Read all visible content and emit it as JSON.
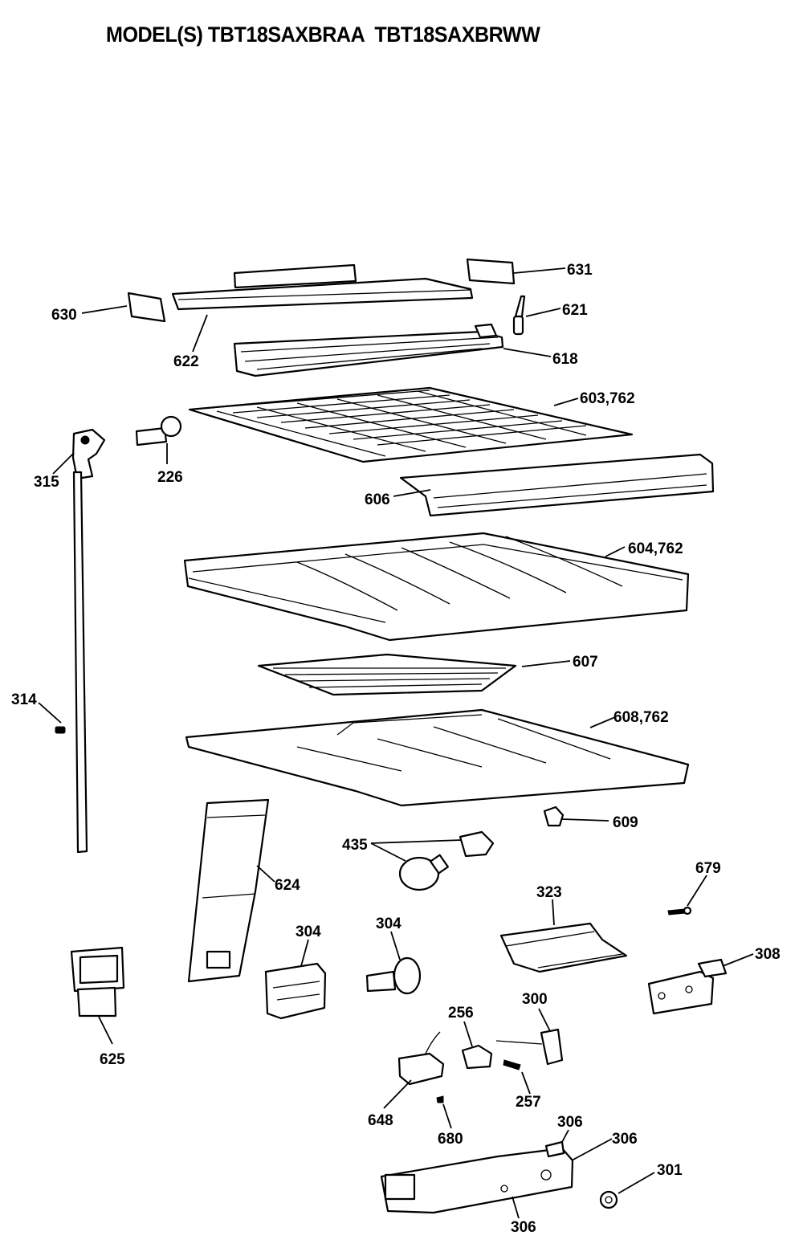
{
  "title": "MODEL(S) TBT18SAXBRAA  TBT18SAXBRWW",
  "labels": {
    "l631": "631",
    "l630": "630",
    "l621": "621",
    "l622": "622",
    "l618": "618",
    "l603_762": "603,762",
    "l315": "315",
    "l226": "226",
    "l606": "606",
    "l604_762": "604,762",
    "l607": "607",
    "l314": "314",
    "l608_762": "608,762",
    "l609": "609",
    "l435": "435",
    "l624": "624",
    "l679": "679",
    "l323": "323",
    "l304a": "304",
    "l304b": "304",
    "l308": "308",
    "l625": "625",
    "l256": "256",
    "l300": "300",
    "l257": "257",
    "l648": "648",
    "l680": "680",
    "l306a": "306",
    "l306b": "306",
    "l306c": "306",
    "l301": "301"
  }
}
